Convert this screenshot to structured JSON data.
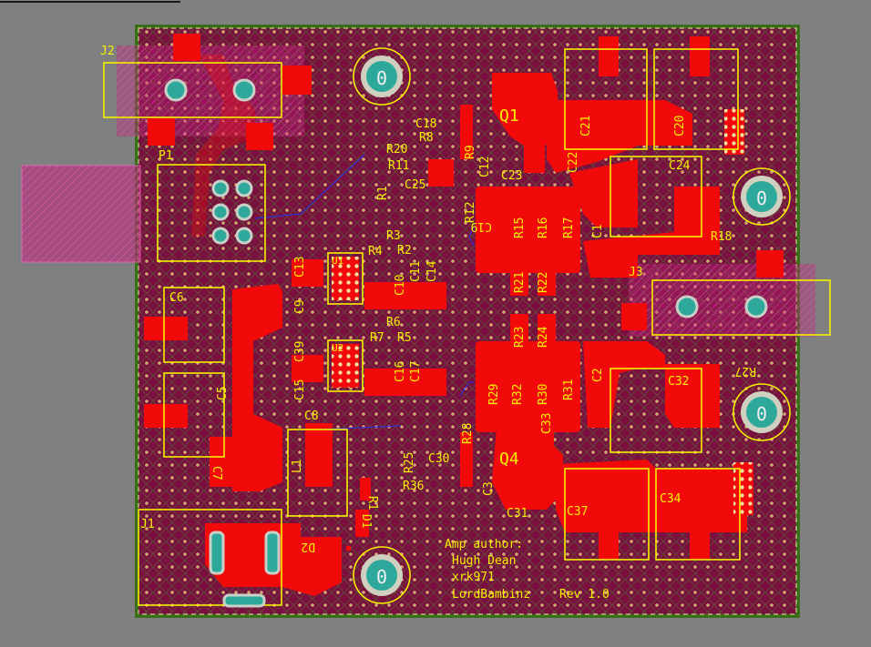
{
  "app": {
    "view": "PCB layout",
    "board_outline_color": "#3a6e1a",
    "copper_color": "#f20a0a",
    "board_color": "#7a1040",
    "silkscreen_color": "#f4f000",
    "via_color": "#2ea89a"
  },
  "connectors": {
    "j1": "J1",
    "j2": "J2",
    "j3": "J3",
    "p1": "P1"
  },
  "mount_holes": [
    "0",
    "0",
    "0",
    "0"
  ],
  "transistors": {
    "q1": "Q1",
    "q4": "Q4"
  },
  "ics": {
    "u1": "U1",
    "u2": "U2"
  },
  "inductor": "L1",
  "capacitors": {
    "c5": "C5",
    "c6": "C6",
    "c8": "C8",
    "c13": "C13",
    "c15": "C15",
    "c18": "C18",
    "c20": "C20",
    "c21": "C21",
    "c23": "C23",
    "c24": "C24",
    "c25": "C25",
    "c30": "C30",
    "c31": "C31",
    "c32": "C32",
    "c33": "C33",
    "c34": "C34",
    "c37": "C37",
    "c39": "C39",
    "c1": "C1",
    "c2": "C2",
    "c3": "C3",
    "c9": "C9",
    "c10": "C10",
    "c12": "C12",
    "c16": "C16",
    "c17": "C17",
    "c22": "C22",
    "c7": "C7",
    "c11": "C11",
    "c14": "C14",
    "c19": "C19"
  },
  "resistors": {
    "r1": "R1",
    "r2": "R2",
    "r3": "R3",
    "r4": "R4",
    "r5": "R5",
    "r6": "R6",
    "r7": "R7",
    "r8": "R8",
    "r9": "R9",
    "r11": "R11",
    "r12": "R12",
    "r15": "R15",
    "r16": "R16",
    "r17": "R17",
    "r18": "R18",
    "r20": "R20",
    "r21": "R21",
    "r22": "R22",
    "r23": "R23",
    "r24": "R24",
    "r25": "R25",
    "r27": "R27",
    "r28": "R28",
    "r29": "R29",
    "r30": "R30",
    "r31": "R31",
    "r32": "R32",
    "r36": "R36"
  },
  "diodes": {
    "d1": "D1",
    "d2": "D2"
  },
  "credits": {
    "line1": "Amp author:",
    "line2": "Hugh Dean",
    "line3": "xrk971",
    "line4_name": "LordBambinz",
    "line4_rev": "Rev 1.0"
  }
}
